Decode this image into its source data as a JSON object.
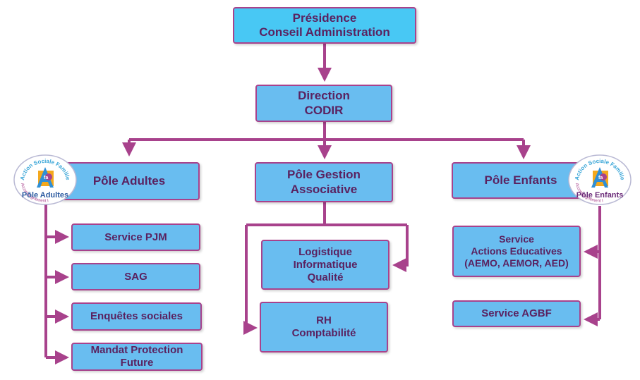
{
  "colors": {
    "box_fill": "#69bdf0",
    "top_fill": "#48c8f4",
    "border": "#a8428c",
    "text": "#5a2260",
    "connector": "#a8428c"
  },
  "nodes": {
    "presidence": {
      "line1": "Présidence",
      "line2": "Conseil Administration"
    },
    "direction": {
      "line1": "Direction",
      "line2": "CODIR"
    },
    "pole_adultes": "Pôle Adultes",
    "pole_gestion": {
      "line1": "Pôle Gestion",
      "line2": "Associative"
    },
    "pole_enfants": "Pôle Enfants",
    "service_pjm": "Service PJM",
    "sag": "SAG",
    "enquetes": "Enquêtes sociales",
    "mandat": {
      "line1": "Mandat Protection",
      "line2": "Future"
    },
    "logistique": {
      "line1": "Logistique",
      "line2": "Informatique",
      "line3": "Qualité"
    },
    "rh": {
      "line1": "RH",
      "line2": "Comptabilité"
    },
    "service_ae": {
      "line1": "Service",
      "line2": "Actions Educatives",
      "line3": "(AEMO, AEMOR, AED)"
    },
    "agbf": "Service AGBF"
  },
  "logos": {
    "adultes": {
      "arc_text": "Action Sociale Famille",
      "inner_text": "Accompagnement Insertion",
      "caption": "Pôle Adultes"
    },
    "enfants": {
      "arc_text": "Action Sociale Famille",
      "inner_text": "Accompagnement Insertion",
      "caption": "Pôle Enfants"
    }
  }
}
